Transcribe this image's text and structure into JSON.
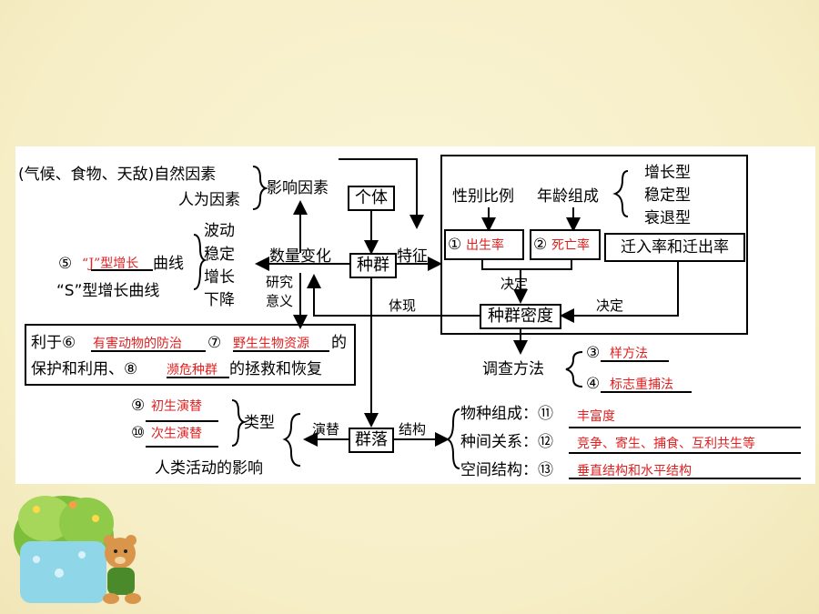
{
  "labels": {
    "climate": "(气候、食物、天敌)自然因素",
    "human": "人为因素",
    "influence": "影响因素",
    "individual": "个体",
    "population": "种群",
    "quantity_change": "数量变化",
    "feature": "特征",
    "research": "研究",
    "meaning": "意义",
    "fluctuate": "波动",
    "stable": "稳定",
    "grow": "增长",
    "decline": "下降",
    "s_curve": "“S”型增长曲线",
    "curve": "曲线",
    "sex_ratio": "性别比例",
    "age_structure": "年龄组成",
    "growth_type": "增长型",
    "stable_type": "稳定型",
    "decline_type": "衰退型",
    "migration": "迁入率和迁出率",
    "decide1": "决定",
    "decide2": "决定",
    "density": "种群密度",
    "embody": "体现",
    "benefit_line1": "利于⑥",
    "de": "的",
    "benefit_line2": "保护和利用、⑧",
    "benefit_end": "的拯救和恢复",
    "survey": "调查方法",
    "succession": "演替",
    "community": "群落",
    "structure": "结构",
    "type": "类型",
    "human_influence": "人类活动的影响",
    "species_comp": "物种组成：⑪",
    "species_rel": "种间关系：⑫",
    "spatial": "空间结构：⑬"
  },
  "numbers": {
    "n1": "①",
    "n2": "②",
    "n3": "③",
    "n4": "④",
    "n5": "⑤",
    "n7": "⑦",
    "n9": "⑨",
    "n10": "⑩"
  },
  "answers": {
    "a1": "出生率",
    "a2": "死亡率",
    "a3": "样方法",
    "a4": "标志重捕法",
    "a5": "“J”型增长",
    "a6": "有害动物的防治",
    "a7": "野生生物资源",
    "a8": "濒危种群",
    "a9": "初生演替",
    "a10": "次生演替",
    "a11": "丰富度",
    "a12": "竞争、寄生、捕食、互利共生等",
    "a13": "垂直结构和水平结构"
  }
}
